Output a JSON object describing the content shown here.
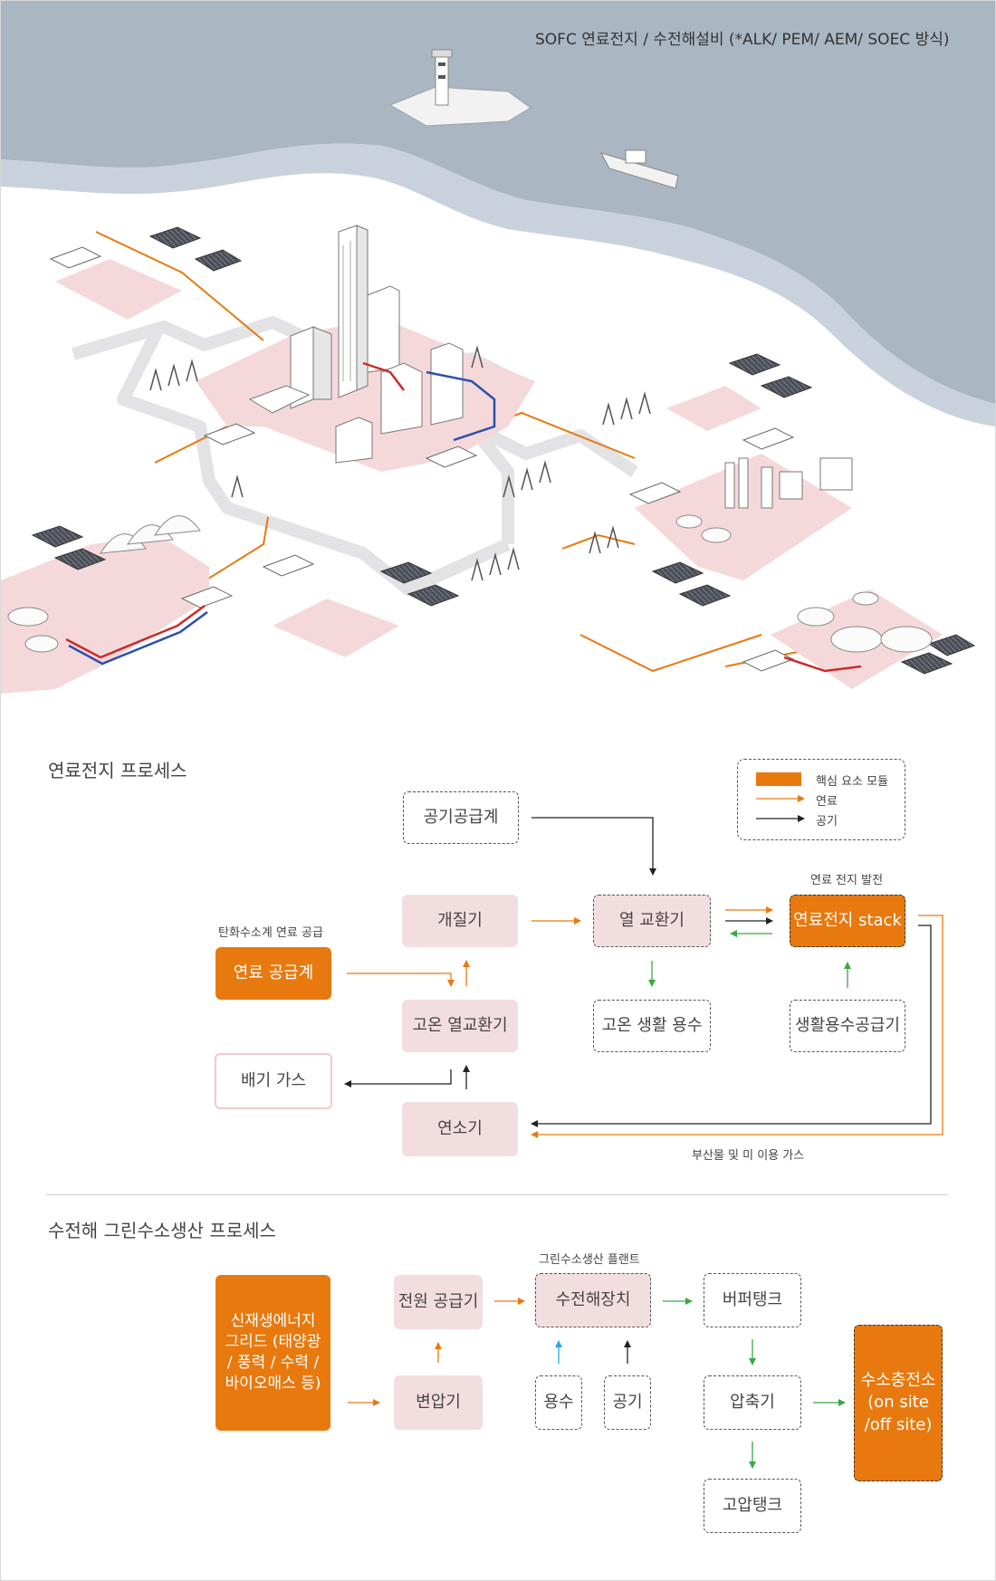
{
  "header": {
    "caption": "SOFC 연료전지 / 수전해설비 (*ALK/ PEM/ AEM/ SOEC 방식)"
  },
  "colors": {
    "core": "#e8790e",
    "pink": "#f3dedf",
    "fuel_arrow": "#e8790e",
    "air_arrow": "#222222",
    "green_arrow": "#3aa845",
    "blue_arrow": "#29a8e0",
    "sea": "#aab6c2",
    "ground_pink": "#f5d9da"
  },
  "fuel_cell": {
    "title": "연료전지 프로세스",
    "legend": {
      "core_module": "핵심 요소 모듈",
      "fuel": "연료",
      "air": "공기"
    },
    "nodes": {
      "air_supply": "공기공급계",
      "reformer": "개질기",
      "heat_exchanger": "열 교환기",
      "stack": "연료전지 stack",
      "fuel_supply": "연료 공급계",
      "hot_heat_exchanger": "고온 열교환기",
      "hot_water": "고온 생활 용수",
      "water_supply": "생활용수공급기",
      "exhaust": "배기 가스",
      "combustor": "연소기"
    },
    "labels": {
      "fuel_supply_note": "탄화수소계 연료 공급",
      "stack_note": "연료 전지 발전",
      "byproduct": "부산물 및 미 이용 가스"
    }
  },
  "electrolysis": {
    "title": "수전해 그린수소생산 프로세스",
    "nodes": {
      "renewable": "신재생에너지 그리드 (태양광 / 풍력 / 수력 / 바이오매스 등)",
      "power_supply": "전원 공급기",
      "transformer": "변압기",
      "electrolyzer": "수전해장치",
      "water": "용수",
      "air": "공기",
      "buffer_tank": "버퍼탱크",
      "compressor": "압축기",
      "hp_tank": "고압탱크",
      "station": "수소충전소 (on site /off site)"
    },
    "labels": {
      "plant_note": "그린수소생산 플랜트"
    }
  }
}
